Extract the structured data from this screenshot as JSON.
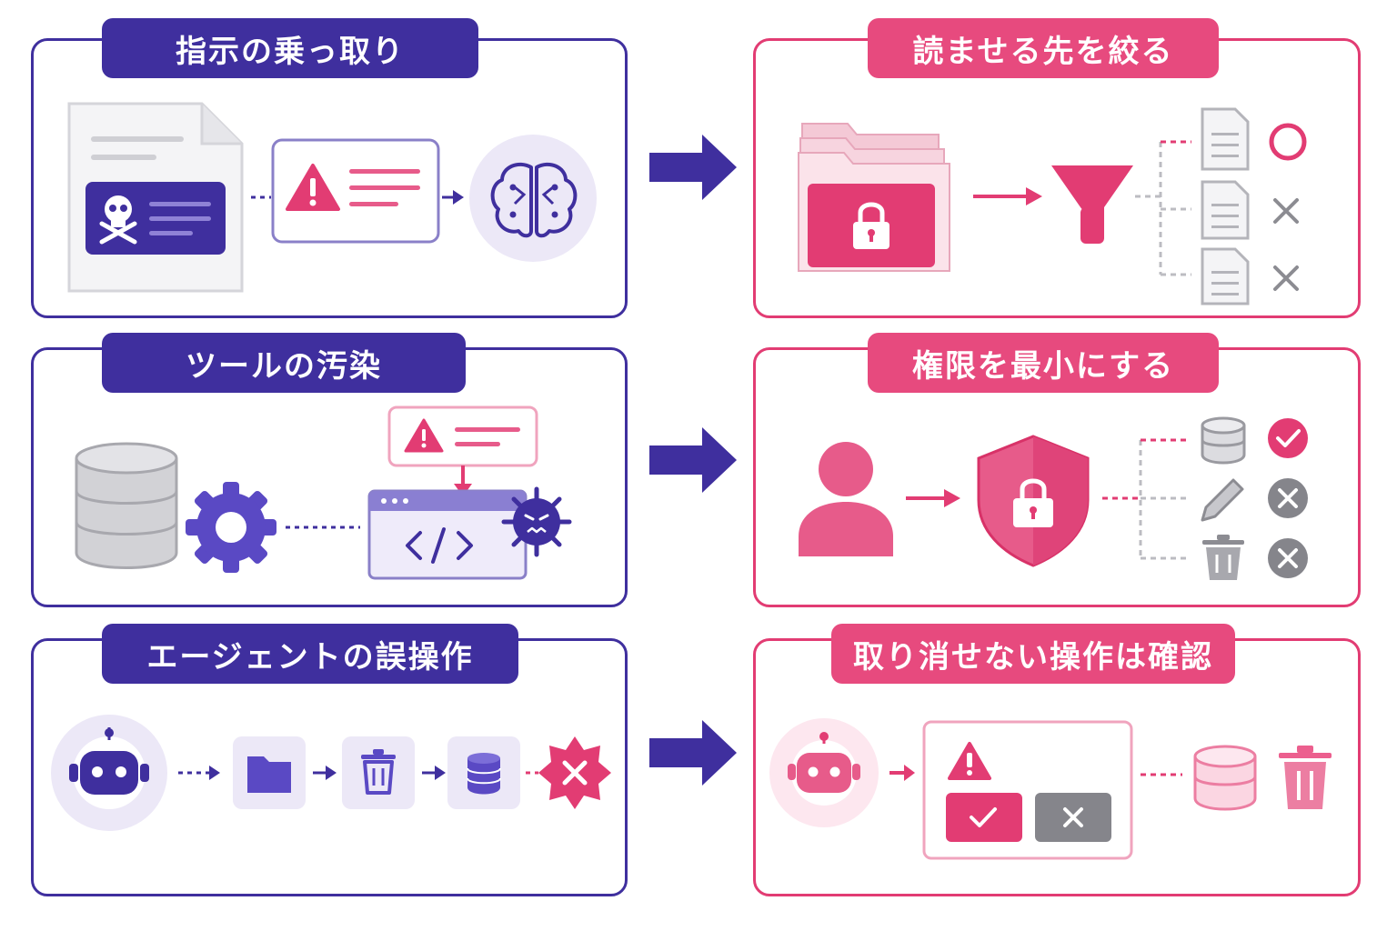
{
  "threats": [
    {
      "title": "指示の乗っ取り"
    },
    {
      "title": "ツールの汚染"
    },
    {
      "title": "エージェントの誤操作"
    }
  ],
  "mitigations": [
    {
      "title": "読ませる先を絞る"
    },
    {
      "title": "権限を最小にする"
    },
    {
      "title": "取り消せない操作は確認"
    }
  ],
  "colors": {
    "threat": "#3f2f9e",
    "mitigation": "#e23c73",
    "threat_light": "#ece8f7",
    "mitigation_light": "#fde7ef",
    "neutral": "#b9b9bd"
  },
  "icons": {
    "threat_1": [
      "document-icon",
      "skull-icon",
      "warning-icon",
      "brain-icon"
    ],
    "threat_2": [
      "database-icon",
      "gear-icon",
      "warning-icon",
      "code-window-icon",
      "virus-icon"
    ],
    "threat_3": [
      "robot-icon",
      "folder-icon",
      "trash-icon",
      "database-icon",
      "error-burst-icon"
    ],
    "mitigation_1": [
      "locked-folder-icon",
      "filter-icon",
      "document-icon",
      "circle-ok-icon",
      "cross-icon"
    ],
    "mitigation_2": [
      "user-icon",
      "shield-lock-icon",
      "database-icon",
      "pencil-icon",
      "trash-icon",
      "check-icon",
      "cross-icon"
    ],
    "mitigation_3": [
      "robot-icon",
      "warning-icon",
      "confirm-button",
      "cancel-button",
      "database-icon",
      "trash-icon"
    ]
  }
}
